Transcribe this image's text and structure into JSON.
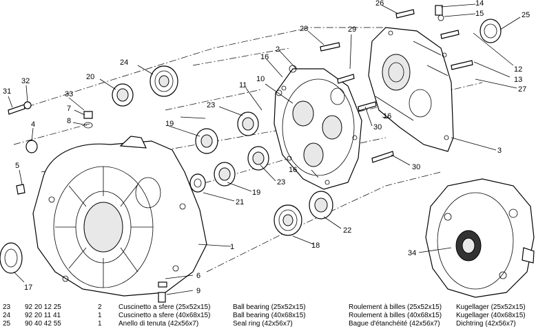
{
  "callouts": {
    "c1": "1",
    "c2": "2",
    "c3": "3",
    "c4": "4",
    "c5": "5",
    "c6": "6",
    "c7": "7",
    "c8": "8",
    "c9": "9",
    "c10": "10",
    "c11": "11",
    "c12": "12",
    "c13": "13",
    "c14": "14",
    "c15": "15",
    "c16a": "16",
    "c16b": "16",
    "c16c": "16",
    "c17": "17",
    "c18": "18",
    "c19a": "19",
    "c19b": "19",
    "c20": "20",
    "c21": "21",
    "c22": "22",
    "c23a": "23",
    "c23b": "23",
    "c24": "24",
    "c25": "25",
    "c26": "26",
    "c27": "27",
    "c28": "28",
    "c29": "29",
    "c30a": "30",
    "c30b": "30",
    "c31": "31",
    "c32": "32",
    "c33": "33",
    "c34": "34"
  },
  "parts_table": [
    {
      "pos": "23",
      "part_no": "92 20 12 25",
      "qty": "2",
      "it": "Cuscinetto a sfere (25x52x15)",
      "en": "Ball bearing (25x52x15)",
      "fr": "Roulement à billes (25x52x15)",
      "de": "Kugellager (25x52x15)"
    },
    {
      "pos": "24",
      "part_no": "92 20 11 41",
      "qty": "1",
      "it": "Cuscinetto a sfere (40x68x15)",
      "en": "Ball bearing (40x68x15)",
      "fr": "Roulement à billes (40x68x15)",
      "de": "Kugellager (40x68x15)"
    },
    {
      "pos": "25",
      "part_no": "90 40 42 55",
      "qty": "1",
      "it": "Anello di tenuta (42x56x7)",
      "en": "Seal ring (42x56x7)",
      "fr": "Bague d'étanchéité (42x56x7)",
      "de": "Dichtring (42x56x7)"
    }
  ]
}
